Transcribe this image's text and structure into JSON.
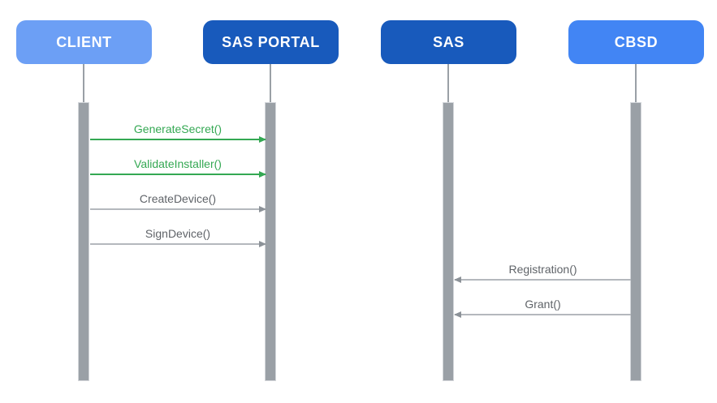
{
  "diagram": {
    "type": "sequence-diagram",
    "background_color": "#ffffff",
    "lifeline_color": "#9AA0A6",
    "activation_bar_color": "#9AA0A6",
    "participants": [
      {
        "id": "client",
        "label": "CLIENT",
        "box_color": "#6C9FF5",
        "text_color": "#ffffff"
      },
      {
        "id": "sas-portal",
        "label": "SAS PORTAL",
        "box_color": "#185ABC",
        "text_color": "#ffffff"
      },
      {
        "id": "sas",
        "label": "SAS",
        "box_color": "#185ABC",
        "text_color": "#ffffff"
      },
      {
        "id": "cbsd",
        "label": "CBSD",
        "box_color": "#4285F4",
        "text_color": "#ffffff"
      }
    ],
    "messages": [
      {
        "label": "GenerateSecret()",
        "from": "CLIENT",
        "to": "SAS PORTAL",
        "direction": "right",
        "color": "#34A853"
      },
      {
        "label": "ValidateInstaller()",
        "from": "CLIENT",
        "to": "SAS PORTAL",
        "direction": "right",
        "color": "#34A853"
      },
      {
        "label": "CreateDevice()",
        "from": "CLIENT",
        "to": "SAS PORTAL",
        "direction": "right",
        "color": "#5F6368"
      },
      {
        "label": "SignDevice()",
        "from": "CLIENT",
        "to": "SAS PORTAL",
        "direction": "right",
        "color": "#5F6368"
      },
      {
        "label": "Registration()",
        "from": "CBSD",
        "to": "SAS",
        "direction": "left",
        "color": "#5F6368"
      },
      {
        "label": "Grant()",
        "from": "CBSD",
        "to": "SAS",
        "direction": "left",
        "color": "#5F6368"
      }
    ]
  }
}
